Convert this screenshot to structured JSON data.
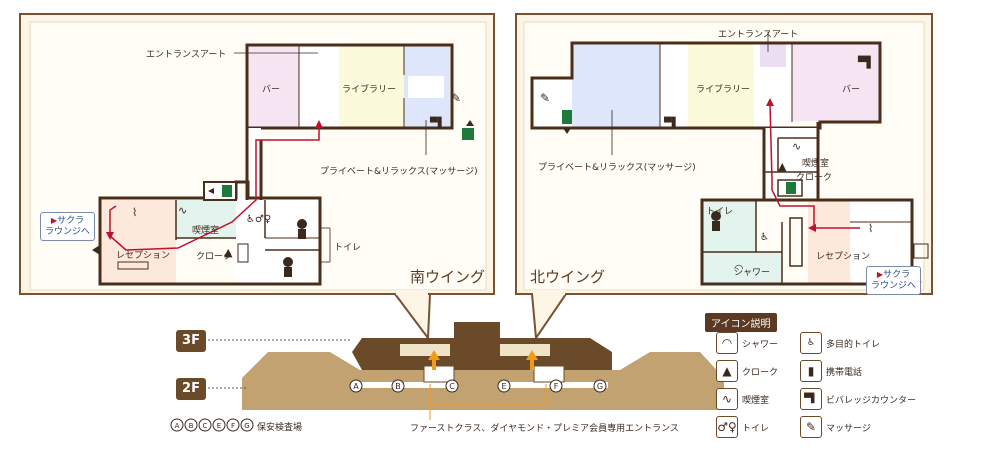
{
  "south_wing": {
    "title": "南ウイング",
    "labels": {
      "entrance_art": "エントランスアート",
      "bar": "バー",
      "library": "ライブラリー",
      "private_relax": "プライベート&リラックス(マッサージ)",
      "smoking": "喫煙室",
      "cloak": "クローク",
      "reception": "レセプション",
      "toilet": "トイレ",
      "sakura_link": [
        "サクラ",
        "ラウンジへ"
      ]
    }
  },
  "north_wing": {
    "title": "北ウイング",
    "labels": {
      "entrance_art": "エントランスアート",
      "bar": "バー",
      "library": "ライブラリー",
      "private_relax": "プライベート&リラックス(マッサージ)",
      "smoking": "喫煙室",
      "cloak": "クローク",
      "toilet": "トイレ",
      "shower": "シャワー",
      "reception": "レセプション",
      "sakura_link": [
        "サクラ",
        "ラウンジへ"
      ]
    }
  },
  "floors": [
    "3F",
    "2F"
  ],
  "checkpoints": [
    "A",
    "B",
    "C",
    "E",
    "F",
    "G"
  ],
  "security_label": "保安検査場",
  "entrance_caption": "ファーストクラス、ダイヤモンド・プレミア会員専用エントランス",
  "legend": {
    "title": "アイコン説明",
    "items": [
      {
        "icon": "shower-icon",
        "label": "シャワー"
      },
      {
        "icon": "multipurpose-toilet-icon",
        "label": "多目的トイレ"
      },
      {
        "icon": "cloak-bag-icon",
        "label": "クローク"
      },
      {
        "icon": "mobile-phone-icon",
        "label": "携帯電話"
      },
      {
        "icon": "smoking-icon",
        "label": "喫煙室"
      },
      {
        "icon": "beverage-icon",
        "label": "ビバレッジカウンター"
      },
      {
        "icon": "toilet-icon",
        "label": "トイレ"
      },
      {
        "icon": "massage-icon",
        "label": "マッサージ"
      }
    ]
  },
  "colors": {
    "frame_border": "#7a5232",
    "frame_bg": "#fdf6e6",
    "wall": "#4a2e1a",
    "bar_zone": "#f6e6f4",
    "library_zone": "#fbfadb",
    "private_zone": "#dde6fb",
    "reception_zone": "#fce9dc",
    "smoking_zone": "#e3f3ed",
    "route_red": "#c0102a",
    "terminal_3f": "#6b4a2a",
    "terminal_2f": "#c2a271",
    "entrance_orange": "#f09a1a"
  }
}
